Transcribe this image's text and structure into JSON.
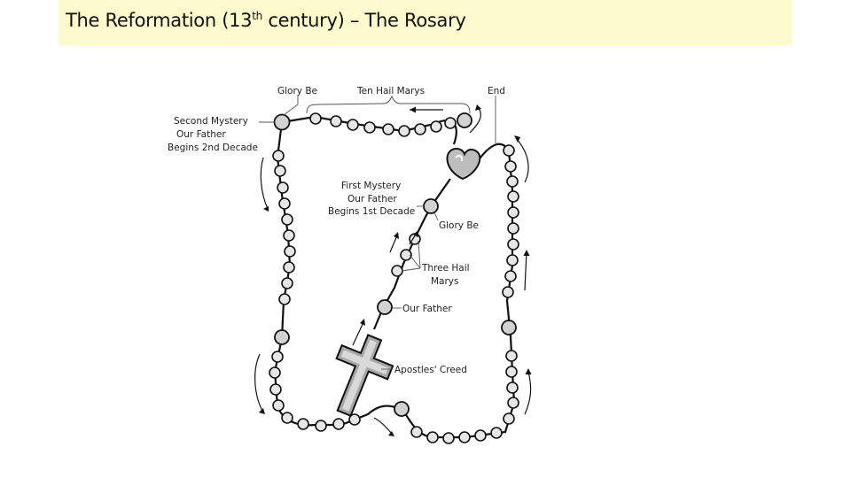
{
  "slide": {
    "title_main": "The Reformation (13",
    "title_sup": "th",
    "title_rest": " century) – The Rosary",
    "title_bg": "#fbfbcd"
  },
  "diagram": {
    "labels": {
      "glory_be_top": "Glory Be",
      "ten_hail_marys": "Ten Hail Marys",
      "end": "End",
      "second_mystery_1": "Second Mystery",
      "second_mystery_2": "Our Father",
      "second_mystery_3": "Begins 2nd Decade",
      "first_mystery_1": "First Mystery",
      "first_mystery_2": "Our Father",
      "first_mystery_3": "Begins 1st Decade",
      "glory_be_mid": "Glory Be",
      "three_hail_1": "Three Hail",
      "three_hail_2": "Marys",
      "our_father": "Our Father",
      "apostles_creed": "Apostles' Creed"
    },
    "icons": [
      "crucifix-icon",
      "heart-medal-icon",
      "direction-arrow-icon"
    ]
  }
}
